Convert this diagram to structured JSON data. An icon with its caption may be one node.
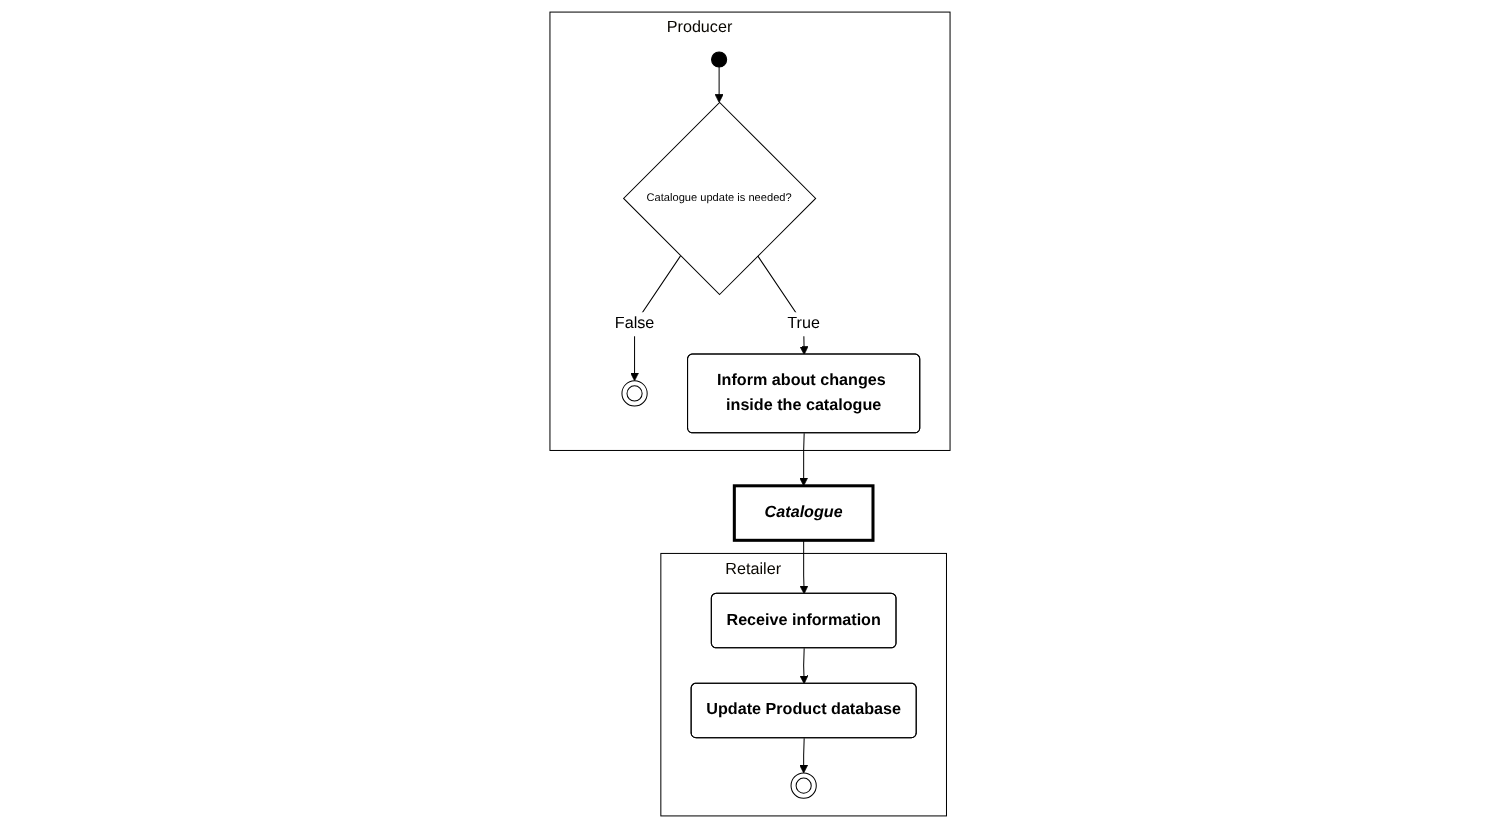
{
  "diagram": {
    "nodes": [
      {
        "text": [
          "Producer"
        ]
      },
      {
        "text": [
          "Retailer"
        ]
      },
      {
        "text": [],
        "shape": "circle",
        "in": 0
      },
      {
        "text": [
          "Catalogue update is needed?"
        ],
        "in": 0
      },
      {
        "text": [],
        "shape": "circle",
        "in": 0
      },
      {
        "text": [
          "Inform about changes inside the catalogue"
        ],
        "in": 0
      },
      {
        "text": [
          "Catalogue"
        ]
      },
      {
        "text": [
          "Receive information"
        ],
        "in": 1
      },
      {
        "text": [
          "Update Product database"
        ],
        "in": 1
      },
      {
        "text": [],
        "shape": "circle",
        "in": 1
      }
    ],
    "edges": [
      {
        "from": 2,
        "to": 3,
        "arrow": "to"
      },
      {
        "from": 3,
        "to": 4,
        "label": "False",
        "arrow": "to"
      },
      {
        "from": 3,
        "to": 5,
        "label": "True",
        "arrow": "to"
      },
      {
        "from": 5,
        "to": 6,
        "arrow": "to"
      },
      {
        "from": 6,
        "to": 7,
        "arrow": "to"
      },
      {
        "from": 7,
        "to": 8,
        "arrow": "to"
      },
      {
        "from": 8,
        "to": 9,
        "arrow": "to"
      }
    ]
  }
}
